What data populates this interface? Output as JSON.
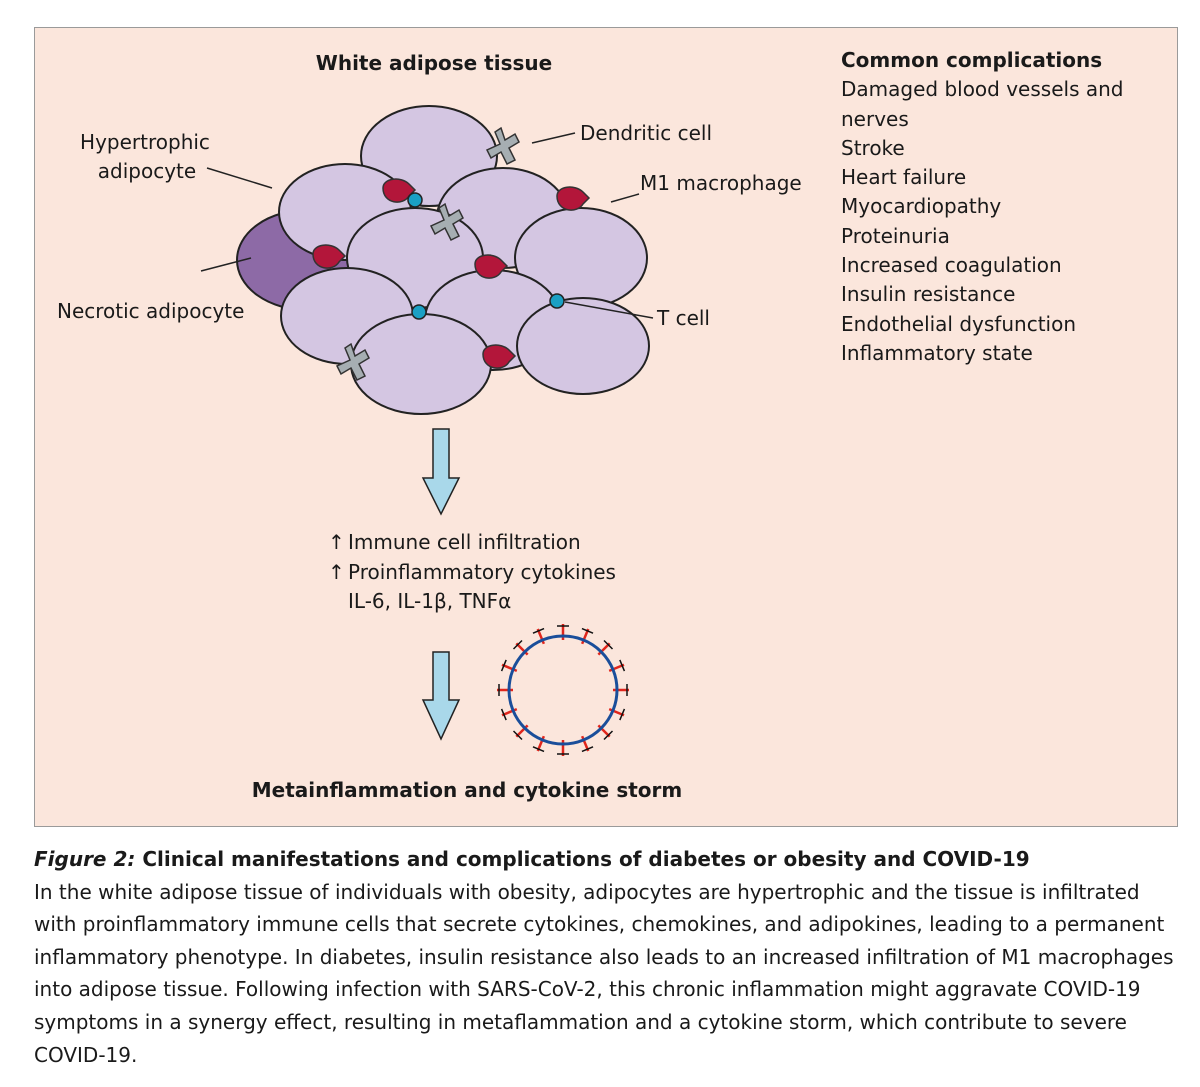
{
  "diagram": {
    "title": "White adipose tissue",
    "labels": {
      "hypertrophic_line1": "Hypertrophic",
      "hypertrophic_line2": "adipocyte",
      "necrotic": "Necrotic adipocyte",
      "dendritic": "Dendritic cell",
      "m1_macrophage": "M1 macrophage",
      "t_cell": "T cell"
    },
    "bottom_title": "Metainflammation and cytokine storm",
    "colors": {
      "panel_background": "#fbe6dc",
      "adipocyte": "#d4c6e2",
      "necrotic_adipocyte": "#8d6aa6",
      "dendritic_cell": "#a6aeb2",
      "m1_macrophage": "#b3163a",
      "t_cell": "#1aa0c4",
      "flow_arrow": "#a9d8ea",
      "virus_envelope": "#1a4e9a",
      "virus_spike": "#e0261c"
    }
  },
  "complications": {
    "heading": "Common complications",
    "items": [
      "Damaged blood vessels and nerves",
      "Stroke",
      "Heart failure",
      "Myocardiopathy",
      "Proteinuria",
      "Increased coagulation",
      "Insulin resistance",
      "Endothelial dysfunction",
      "Inflammatory state"
    ]
  },
  "effects": {
    "arrow": "↑",
    "line1": "Immune cell infiltration",
    "line2": "Proinflammatory cytokines",
    "line3": "IL-6, IL-1β, TNFα"
  },
  "caption": {
    "figure_label": "Figure 2:",
    "title": " Clinical manifestations and complications of diabetes or obesity and COVID-19",
    "body": "In the white adipose tissue of individuals with obesity, adipocytes are hypertrophic and the tissue is infiltrated with proinflammatory immune cells that secrete cytokines, chemokines, and adipokines, leading to a permanent inflammatory phenotype. In diabetes, insulin resistance also leads to an increased infiltration of M1 macrophages into adipose tissue. Following infection with SARS-CoV-2, this chronic inflammation might aggravate COVID-19 symptoms in a synergy effect, resulting in metaflammation and a cytokine storm, which contribute to severe COVID-19."
  }
}
